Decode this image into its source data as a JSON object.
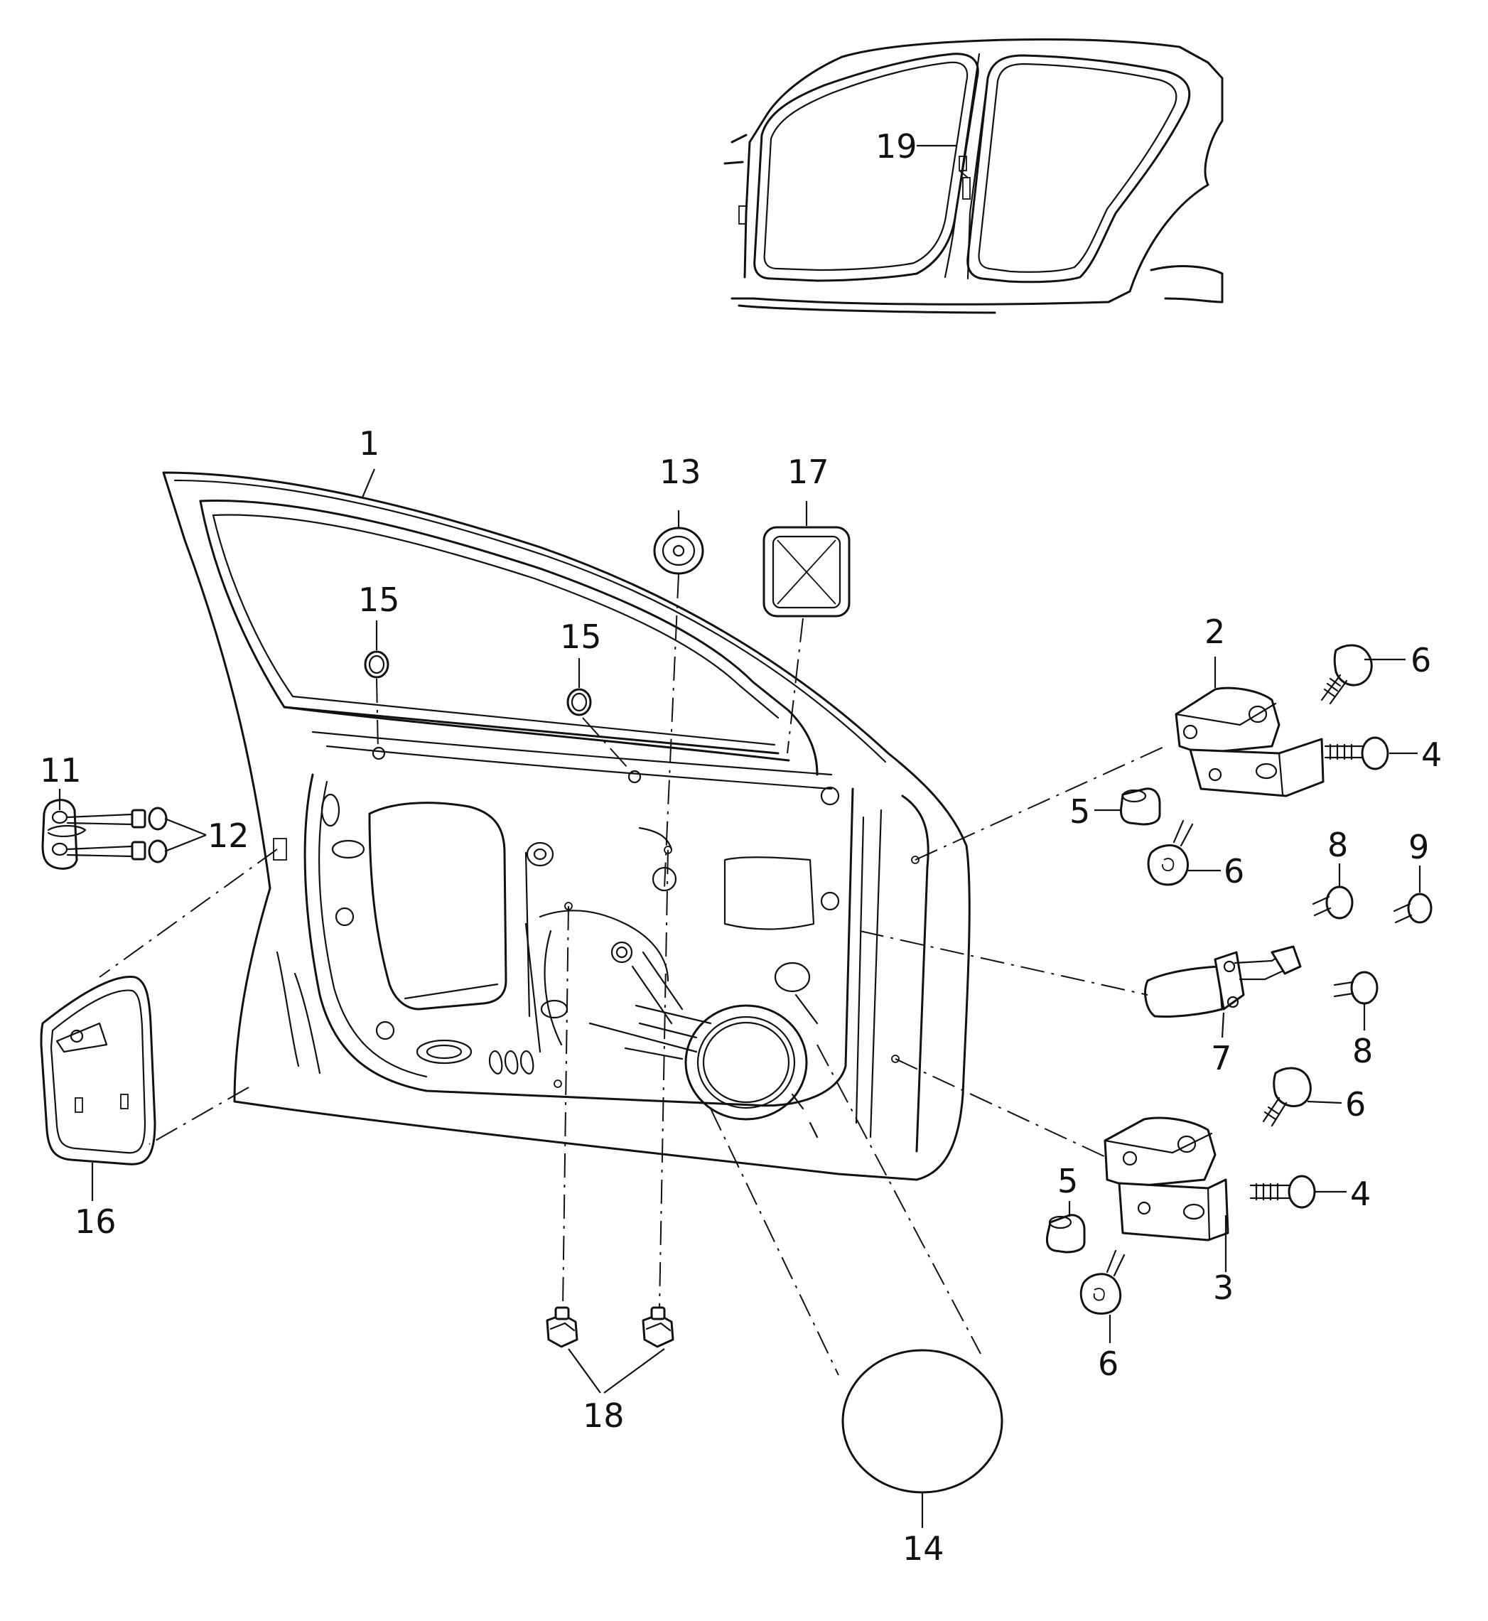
{
  "callouts": [
    {
      "id": "c1",
      "text": "1"
    },
    {
      "id": "c2",
      "text": "2"
    },
    {
      "id": "c3",
      "text": "3"
    },
    {
      "id": "c4a",
      "text": "4"
    },
    {
      "id": "c4b",
      "text": "4"
    },
    {
      "id": "c5a",
      "text": "5"
    },
    {
      "id": "c5b",
      "text": "5"
    },
    {
      "id": "c6a",
      "text": "6"
    },
    {
      "id": "c6b",
      "text": "6"
    },
    {
      "id": "c6c",
      "text": "6"
    },
    {
      "id": "c6d",
      "text": "6"
    },
    {
      "id": "c7",
      "text": "7"
    },
    {
      "id": "c8a",
      "text": "8"
    },
    {
      "id": "c8b",
      "text": "8"
    },
    {
      "id": "c9",
      "text": "9"
    },
    {
      "id": "c11",
      "text": "11"
    },
    {
      "id": "c12",
      "text": "12"
    },
    {
      "id": "c13",
      "text": "13"
    },
    {
      "id": "c14",
      "text": "14"
    },
    {
      "id": "c15a",
      "text": "15"
    },
    {
      "id": "c15b",
      "text": "15"
    },
    {
      "id": "c16",
      "text": "16"
    },
    {
      "id": "c17",
      "text": "17"
    },
    {
      "id": "c18",
      "text": "18"
    },
    {
      "id": "c19",
      "text": "19"
    }
  ]
}
